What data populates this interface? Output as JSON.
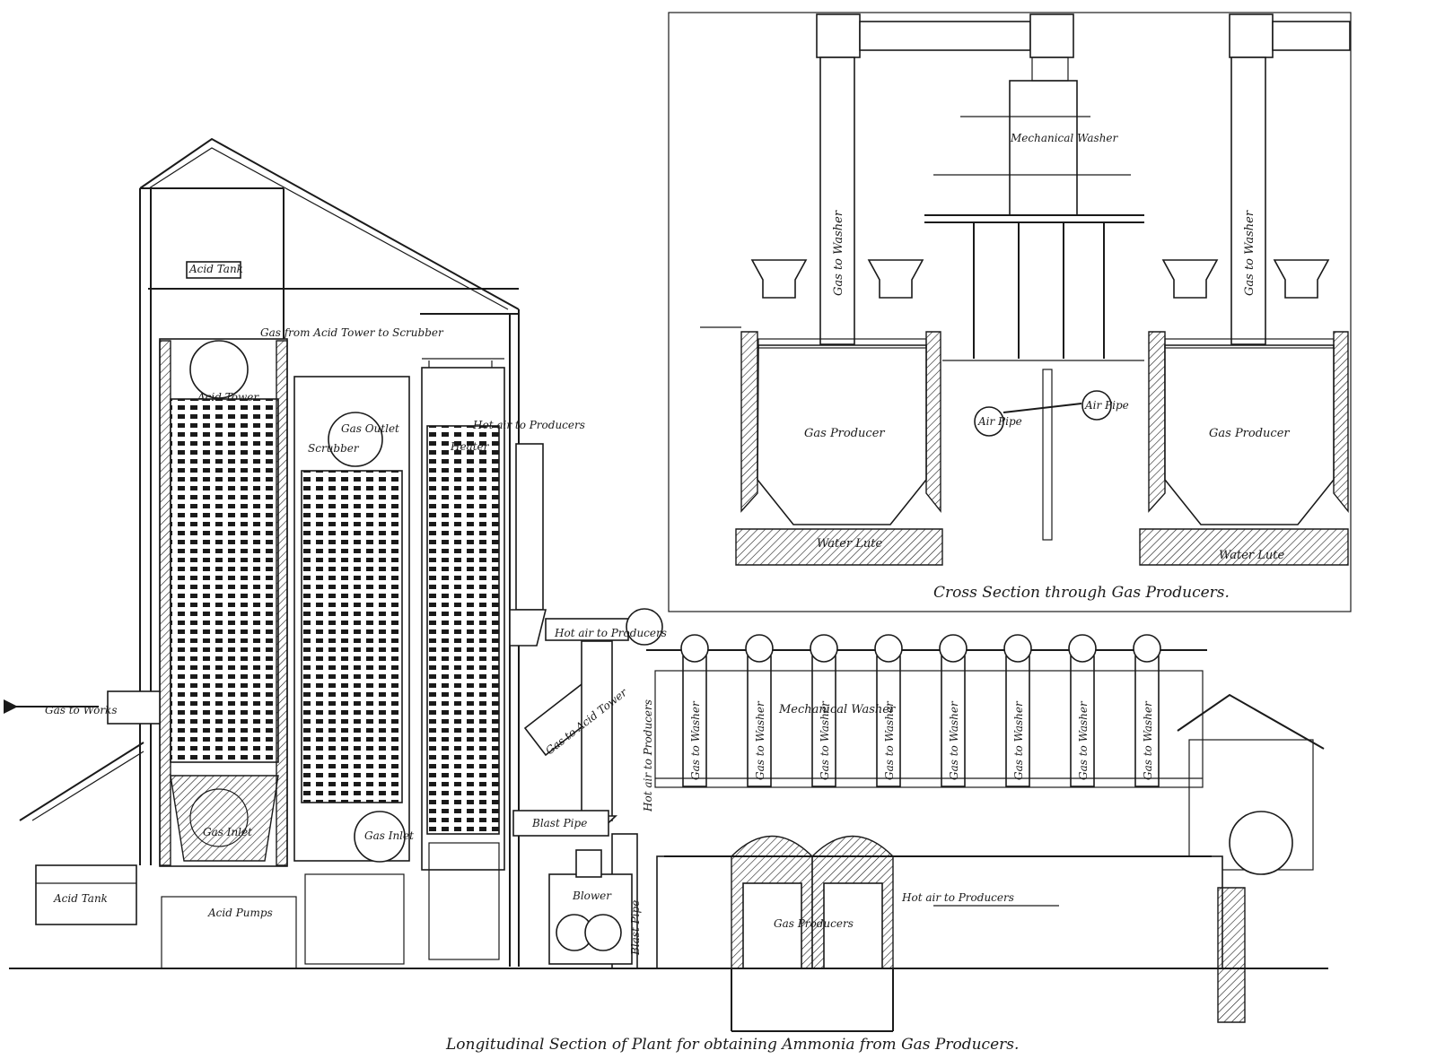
{
  "captions": {
    "longitudinal": "Longitudinal Section of Plant for obtaining Ammonia from Gas Producers.",
    "cross": "Cross Section through Gas Producers."
  },
  "labels": {
    "acid_tank_top": "Acid Tank",
    "gas_from_acid_tower": "Gas from Acid Tower to Scrubber",
    "acid_tower": "Acid Tower",
    "gas_outlet": "Gas Outlet",
    "scrubber": "Scrubber",
    "heater": "Heater",
    "hot_air_to_producers_top": "Hot air to Producers",
    "hot_air_to_producers_mid": "Hot air to Producers",
    "gas_to_works": "Gas to Works",
    "gas_to_acid_tower": "Gas to Acid Tower",
    "hot_air_to_producers_vert": "Hot air to Producers",
    "mechanical_washer_long": "Mechanical Washer",
    "gas_inlet_acid": "Gas Inlet",
    "gas_inlet_scrubber": "Gas Inlet",
    "blast_pipe_h": "Blast Pipe",
    "blast_pipe_v": "Blast Pipe",
    "blower": "Blower",
    "acid_tank_bottom": "Acid Tank",
    "acid_pumps": "Acid Pumps",
    "gas_producers_long": "Gas Producers",
    "hot_air_to_producers_low": "Hot air to Producers",
    "gas_to_washer": "Gas to Washer",
    "mechanical_washer_cross": "Mechanical Washer",
    "gas_producer": "Gas Producer",
    "air_pipe": "Air Pipe",
    "water_lute": "Water Lute"
  },
  "colors": {
    "ink": "#1a1a1a",
    "paper": "#ffffff"
  }
}
